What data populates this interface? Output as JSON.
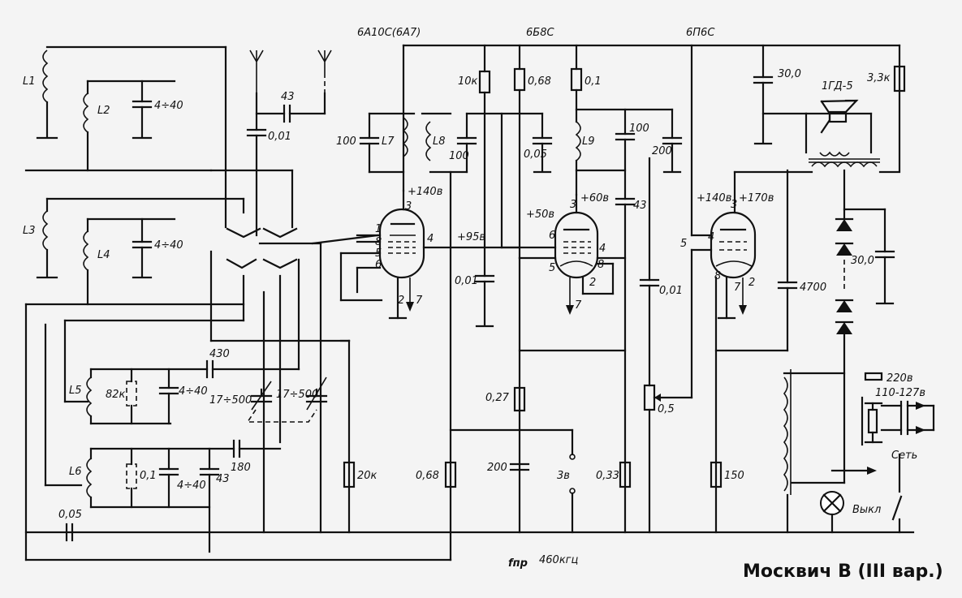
{
  "tubes": {
    "t1": "6А10С(6А7)",
    "t2": "6Б8С",
    "t3": "6П6С"
  },
  "coils": {
    "l1": "L1",
    "l2": "L2",
    "l3": "L3",
    "l4": "L4",
    "l5": "L5",
    "l6": "L6",
    "l7": "L7",
    "l8": "L8",
    "l9": "L9"
  },
  "components": {
    "c_4_40_a": "4÷40",
    "c_4_40_b": "4÷40",
    "c_4_40_c": "4÷40",
    "c_4_40_d": "4÷40",
    "c_001_ant": "0,01",
    "c_43_ant": "43",
    "c_100_l7": "100",
    "c_100_l8": "100",
    "c_100_l9": "100",
    "c_005": "0,05",
    "c_200_top": "200",
    "c_001_mid": "0,01",
    "c_43_mid": "43",
    "c_001_b": "0,01",
    "c_300": "30,0",
    "c_300_b": "30,0",
    "c_4700": "4700",
    "c_430": "430",
    "c_180": "180",
    "c_43_l6": "43",
    "c_0_1": "0,1",
    "c_17_500_a": "17÷500",
    "c_17_500_b": "17÷500",
    "c_005_bottom": "0,05",
    "c_200_bottom": "200",
    "r_10k": "10к",
    "r_068_top": "0,68",
    "r_01": "0,1",
    "r_33k": "3,3к",
    "r_82k": "82к",
    "r_20k": "20к",
    "r_068_bot": "0,68",
    "r_027": "0,27",
    "r_033": "0,33",
    "r_05": "0,5",
    "r_150": "150",
    "speaker": "1ГД-5",
    "sw_3v": "3в"
  },
  "voltages": {
    "v140_1": "+140в",
    "v95": "+95в",
    "v50": "+50в",
    "v60": "+60в",
    "v140_3": "+140в",
    "v170": "+170в"
  },
  "pins": {
    "p1_3": "3",
    "p1_1": "1",
    "p1_8": "8",
    "p1_5": "5",
    "p1_6": "6",
    "p1_4": "4",
    "p1_2": "2",
    "p1_7": "7",
    "p2_3": "3",
    "p2_6": "6",
    "p2_4": "4",
    "p2_5": "5",
    "p2_8": "8",
    "p2_7": "7",
    "p2_2": "2",
    "p3_3": "3",
    "p3_4": "4",
    "p3_5": "5",
    "p3_8": "8",
    "p3_7": "7",
    "p3_2": "2"
  },
  "power": {
    "v220": "220в",
    "v110": "110-127в",
    "net": "Сеть",
    "off": "Выкл"
  },
  "freq": {
    "symbol": "fпр",
    "value": "460кгц"
  },
  "caption": "Москвич В (III вар.)"
}
